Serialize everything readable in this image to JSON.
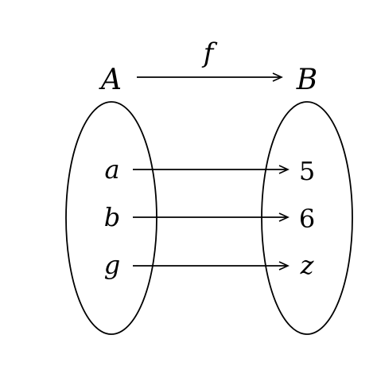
{
  "function_label": "f",
  "domain_set": {
    "label": "A",
    "elements": [
      "a",
      "b",
      "g"
    ]
  },
  "codomain_set": {
    "label": "B",
    "elements": [
      "5",
      "6",
      "z"
    ]
  },
  "mappings": [
    {
      "from": "a",
      "to": "5"
    },
    {
      "from": "b",
      "to": "6"
    },
    {
      "from": "g",
      "to": "z"
    }
  ]
}
